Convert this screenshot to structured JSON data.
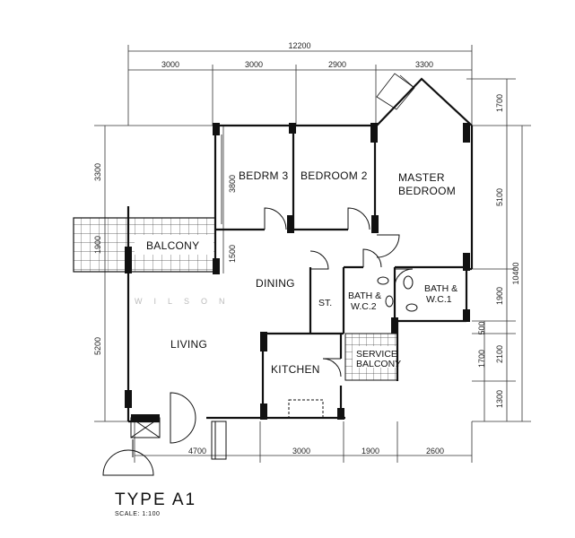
{
  "dimensions": {
    "top_total": "12200",
    "top": [
      "3000",
      "3000",
      "2900",
      "3300"
    ],
    "left": [
      "3300",
      "1900",
      "5200"
    ],
    "inner_left": [
      "3800",
      "1500"
    ],
    "right_outer": [
      "1700",
      "10400"
    ],
    "right_inner": [
      "5100",
      "1900",
      "500",
      "1700",
      "2100",
      "1300"
    ],
    "bottom": [
      "4700",
      "3000",
      "1900",
      "2600"
    ]
  },
  "rooms": {
    "bedroom3": "BEDRM 3",
    "bedroom2": "BEDROOM 2",
    "master_line1": "MASTER",
    "master_line2": "BEDROOM",
    "balcony": "BALCONY",
    "dining": "DINING",
    "store": "ST.",
    "bath2_line1": "BATH &",
    "bath2_line2": "W.C.2",
    "bath1_line1": "BATH &",
    "bath1_line2": "W.C.1",
    "living": "LIVING",
    "kitchen": "KITCHEN",
    "service_line1": "SERVICE",
    "service_line2": "BALCONY"
  },
  "title": "TYPE A1",
  "scale": "SCALE: 1:100",
  "watermark": "WILSON"
}
